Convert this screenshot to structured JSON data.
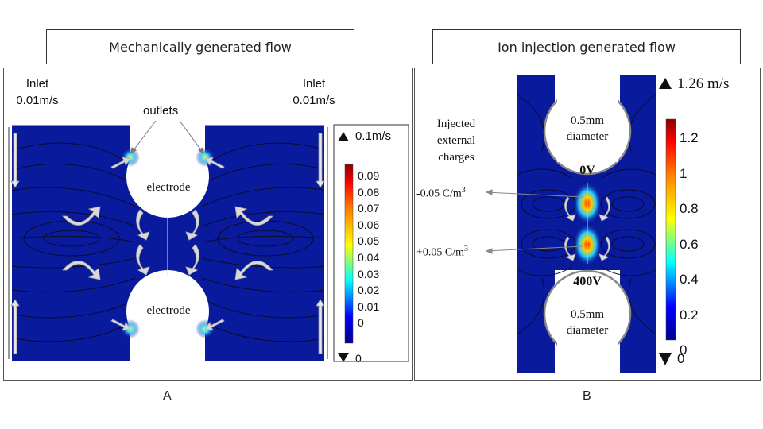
{
  "panel_a": {
    "title": "Mechanically generated flow",
    "letter": "A",
    "inlet_left": {
      "line1": "Inlet",
      "line2": "0.01m/s"
    },
    "inlet_right": {
      "line1": "Inlet",
      "line2": "0.01m/s"
    },
    "outlets_label": "outlets",
    "electrode_top": "electrode",
    "electrode_bottom": "electrode",
    "colorbar": {
      "max_label": "0.1m/s",
      "min_label": "0",
      "ticks": [
        "0.09",
        "0.08",
        "0.07",
        "0.06",
        "0.05",
        "0.04",
        "0.03",
        "0.02",
        "0.01",
        "0"
      ]
    }
  },
  "panel_b": {
    "title": "Ion injection generated flow",
    "letter": "B",
    "injected_label": [
      "Injected",
      "external",
      "charges"
    ],
    "charge_neg": {
      "value": "-0.05 C/m",
      "exp": "3"
    },
    "charge_pos": {
      "value": "+0.05 C/m",
      "exp": "3"
    },
    "voltage_top": "0V",
    "voltage_bottom": "400V",
    "diameter_top": [
      "0.5mm",
      "diameter"
    ],
    "diameter_bottom": [
      "0.5mm",
      "diameter"
    ],
    "colorbar": {
      "max_label": "1.26 m/s",
      "min_label": "0",
      "ticks": [
        "1.2",
        "1",
        "0.8",
        "0.6",
        "0.4",
        "0.2",
        "0"
      ]
    }
  },
  "colors": {
    "field_blue": "#0a1a9c",
    "streamline": "#0b0b2a",
    "arrow_fill": "#d9d9d9"
  }
}
